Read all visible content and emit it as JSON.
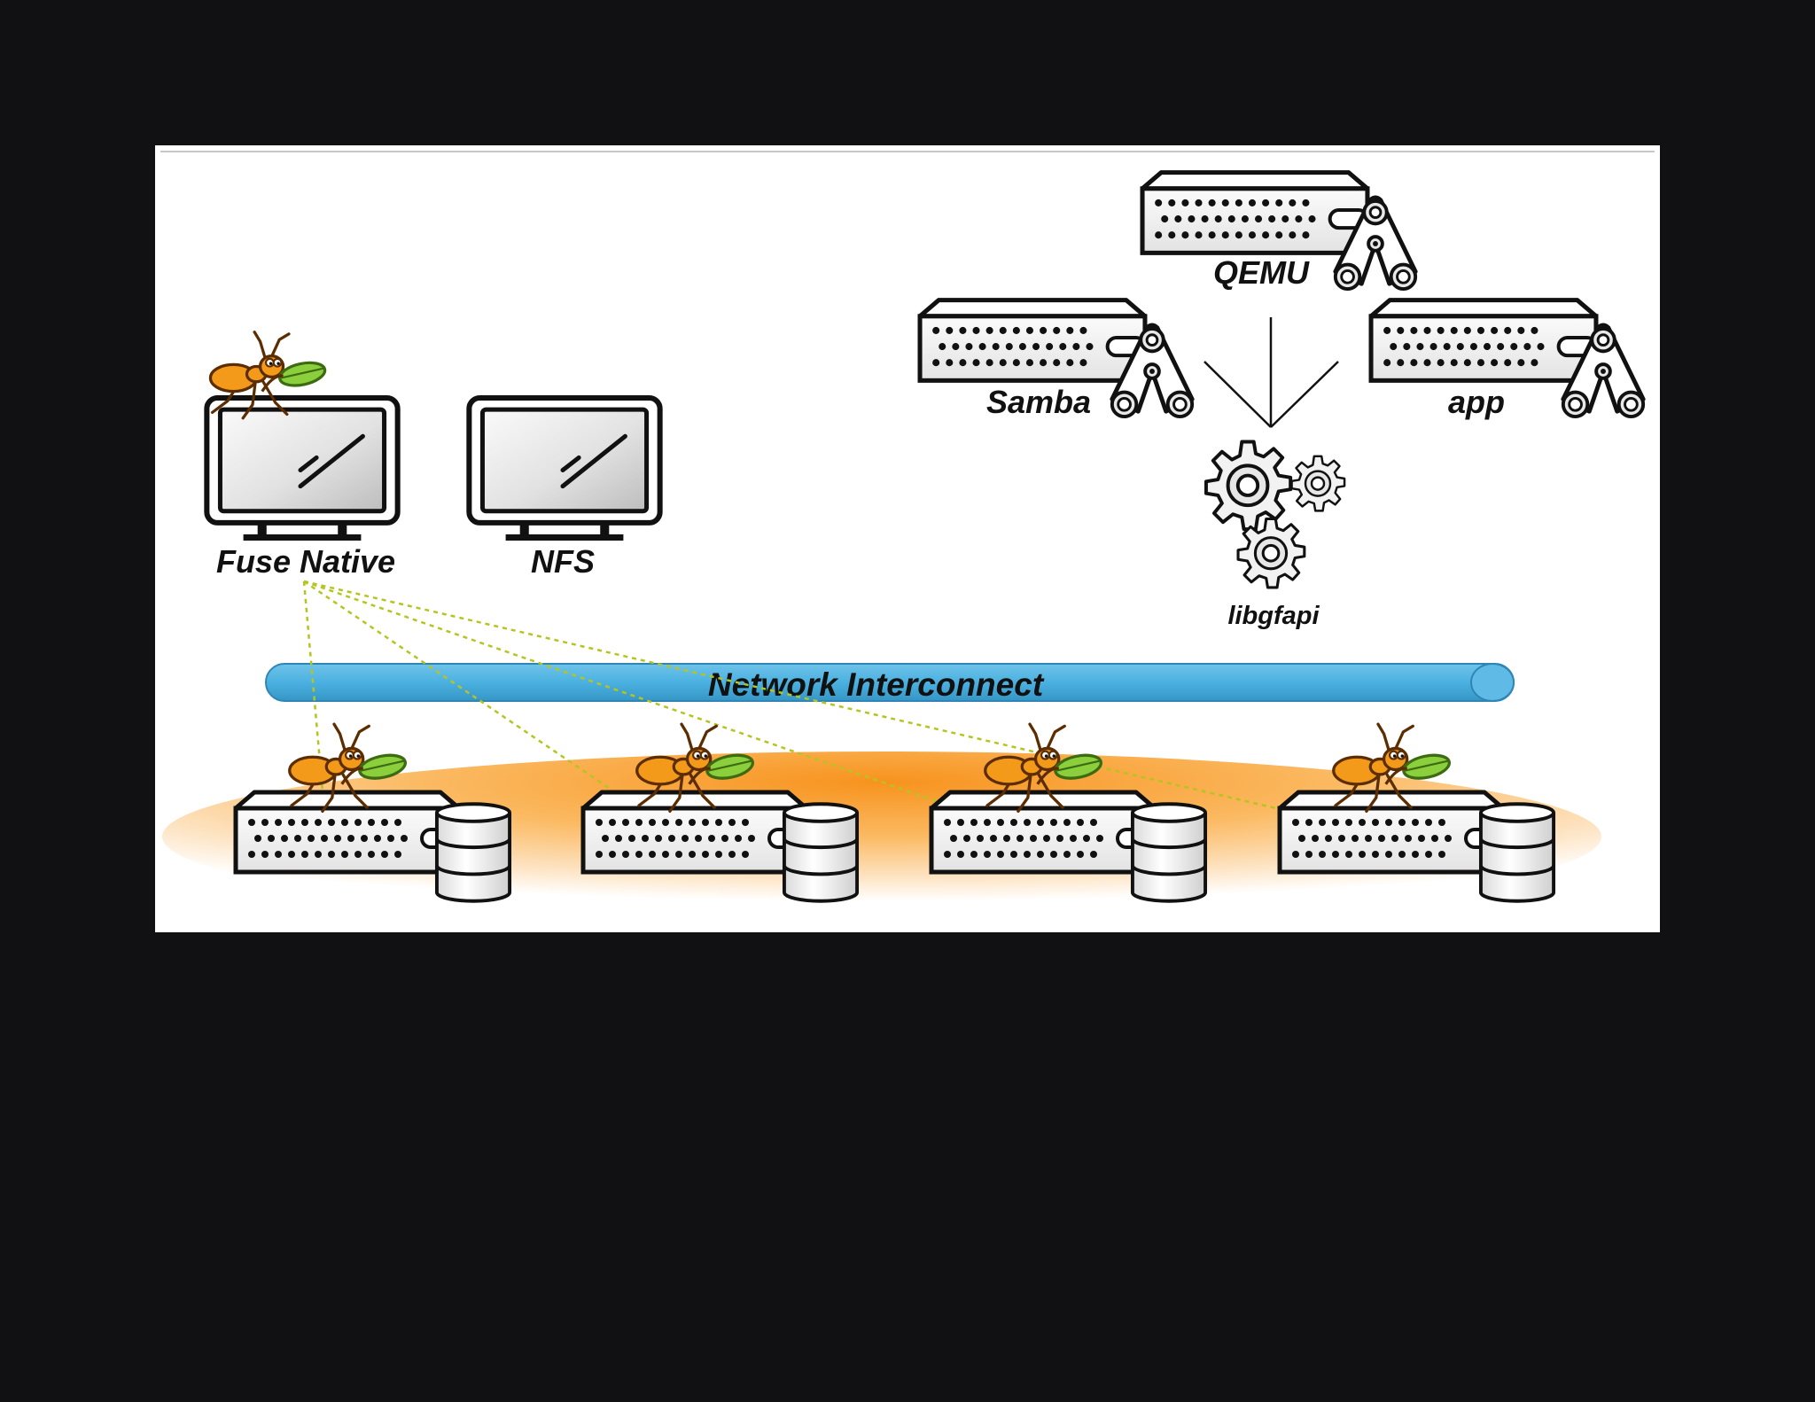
{
  "colors": {
    "background": "#111113",
    "panel": "#ffffff",
    "network_bar": "#4bb1e0",
    "cluster_glow": "#f7931e",
    "connection_line": "#b5c520",
    "ant_body": "#f49a1a",
    "leaf": "#8ccf3c"
  },
  "clients": {
    "fuse": {
      "label": "Fuse Native",
      "icon": "monitor-icon"
    },
    "nfs": {
      "label": "NFS",
      "icon": "monitor-icon"
    }
  },
  "apps": {
    "qemu": {
      "label": "QEMU",
      "icon": "server-with-gears-icon"
    },
    "samba": {
      "label": "Samba",
      "icon": "server-with-gears-icon"
    },
    "app": {
      "label": "app",
      "icon": "server-with-gears-icon"
    }
  },
  "library": {
    "label": "libgfapi",
    "icon": "gears-icon"
  },
  "network": {
    "label": "Network Interconnect"
  },
  "storage_nodes": [
    {
      "icon": "storage-server-icon"
    },
    {
      "icon": "storage-server-icon"
    },
    {
      "icon": "storage-server-icon"
    },
    {
      "icon": "storage-server-icon"
    }
  ]
}
